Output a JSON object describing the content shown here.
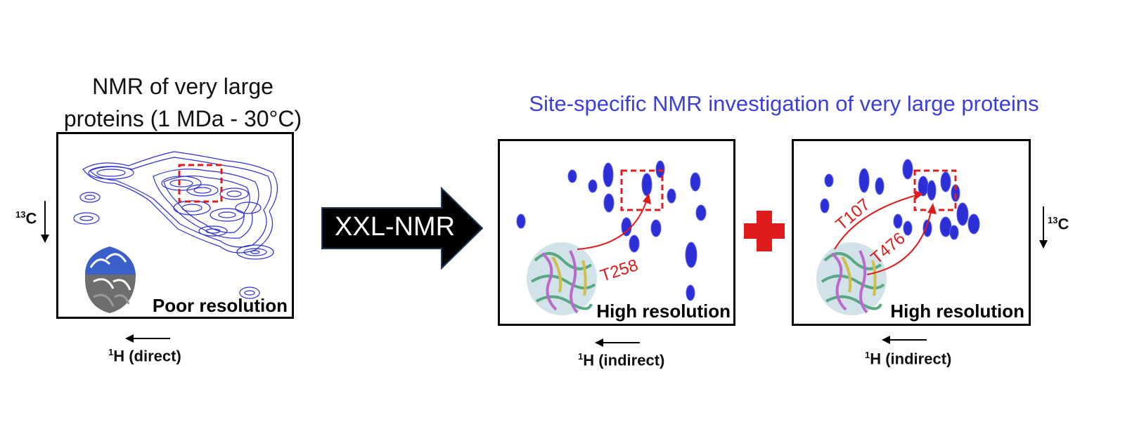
{
  "left": {
    "title_line1": "NMR of very large",
    "title_line2": "proteins (1 MDa - 30°C)",
    "resolution_label": "Poor resolution",
    "axis_x": "H (direct)",
    "axis_x_sup": "1",
    "axis_y": "C",
    "axis_y_sup": "13"
  },
  "center": {
    "arrow_label": "XXL-NMR"
  },
  "right": {
    "title": "Site-specific NMR investigation of very large proteins",
    "panel1": {
      "resolution_label": "High resolution",
      "site_label": "T258",
      "axis_x": "H (indirect)",
      "axis_x_sup": "1"
    },
    "panel2": {
      "resolution_label": "High resolution",
      "site_label_1": "T107",
      "site_label_2": "T476",
      "axis_x": "H (indirect)",
      "axis_x_sup": "1"
    },
    "axis_y": "C",
    "axis_y_sup": "13"
  },
  "colors": {
    "spectrum": "#2c2fd6",
    "highlight": "#e01b1b",
    "title_blue": "#3b3fd8",
    "arrow_fill": "#000000"
  }
}
